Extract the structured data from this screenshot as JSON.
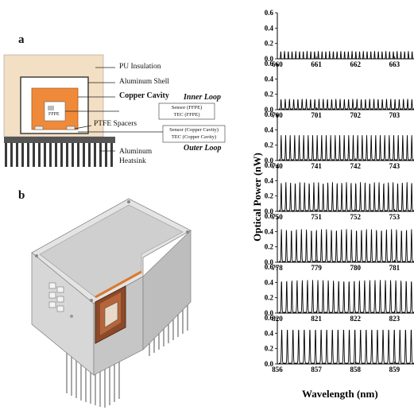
{
  "panel_a": {
    "letter": "a",
    "labels": {
      "pu_insulation": "PU Insulation",
      "aluminum_shell": "Aluminum Shell",
      "copper_cavity": "Copper Cavity",
      "inner_loop": "Inner Loop",
      "sensor_ffpe": "Sensor (FFPE)",
      "tec_ffpe": "TEC (FFPE)",
      "ptfe_spacers": "PTFE Spacers",
      "sensor_copper": "Sensor (Copper Cavity)",
      "tec_copper": "TEC (Copper Cavity)",
      "outer_loop": "Outer Loop",
      "heatsink_line1": "Aluminum",
      "heatsink_line2": "Heatsink",
      "ffpe_tag": "FFPE"
    },
    "colors": {
      "insulation": "#f3dfc3",
      "copper": "#ef8a3a",
      "shell": "#ffffff",
      "heatsink": "#3a3a3a"
    }
  },
  "panel_b": {
    "letter": "b"
  },
  "chart_data": {
    "type": "line",
    "ylabel": "Optical Power (nW)",
    "xlabel": "Wavelength (nm)",
    "panels": [
      {
        "xmin": 660,
        "xmax": 663.5,
        "ticks": [
          "660",
          "661",
          "662",
          "663"
        ],
        "peak": 0.1,
        "base": 0.0,
        "n_peaks": 36
      },
      {
        "xmin": 700,
        "xmax": 703.5,
        "ticks": [
          "700",
          "701",
          "702",
          "703"
        ],
        "peak": 0.14,
        "base": 0.01,
        "n_peaks": 32
      },
      {
        "xmin": 740,
        "xmax": 743.5,
        "ticks": [
          "740",
          "741",
          "742",
          "743"
        ],
        "peak": 0.33,
        "base": 0.01,
        "n_peaks": 30
      },
      {
        "xmin": 750,
        "xmax": 753.5,
        "ticks": [
          "750",
          "751",
          "752",
          "753"
        ],
        "peak": 0.38,
        "base": 0.01,
        "n_peaks": 29
      },
      {
        "xmin": 778,
        "xmax": 781.5,
        "ticks": [
          "778",
          "779",
          "780",
          "781"
        ],
        "peak": 0.43,
        "base": 0.01,
        "n_peaks": 27
      },
      {
        "xmin": 820,
        "xmax": 823.5,
        "ticks": [
          "820",
          "821",
          "822",
          "823"
        ],
        "peak": 0.43,
        "base": 0.01,
        "n_peaks": 26
      },
      {
        "xmin": 856,
        "xmax": 859.5,
        "ticks": [
          "856",
          "857",
          "858",
          "859"
        ],
        "peak": 0.46,
        "base": 0.01,
        "n_peaks": 24
      }
    ],
    "yticks": [
      "0.6",
      "0.4",
      "0.2",
      "0.0"
    ],
    "ylim": [
      0,
      0.6
    ]
  }
}
